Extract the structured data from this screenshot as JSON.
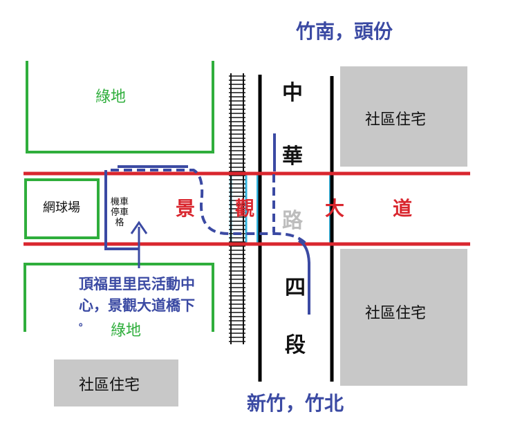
{
  "directions": {
    "north": "竹南，頭份",
    "south": "新竹，竹北"
  },
  "roads": {
    "jingguan_chars": [
      "景",
      "觀",
      "大",
      "道"
    ],
    "zhonghua_chars": [
      "中",
      "華",
      "路",
      "四",
      "段"
    ]
  },
  "areas": {
    "green_top": "綠地",
    "green_bottom": "綠地",
    "tennis": "網球場",
    "residential_ne": "社區住宅",
    "residential_se": "社區住宅",
    "residential_sw": "社區住宅"
  },
  "parking": {
    "line1": "機車",
    "line2": "停車",
    "line3": "格"
  },
  "note": {
    "line1": "頂福里里民活動中",
    "line2": "心，景觀大道橋下",
    "line3": "。"
  },
  "colors": {
    "road_red": "#d9262e",
    "route_blue": "#3b4aa3",
    "green": "#2fae3c",
    "crossing": "#33b5e0",
    "building_gray": "#c8c8c8"
  }
}
